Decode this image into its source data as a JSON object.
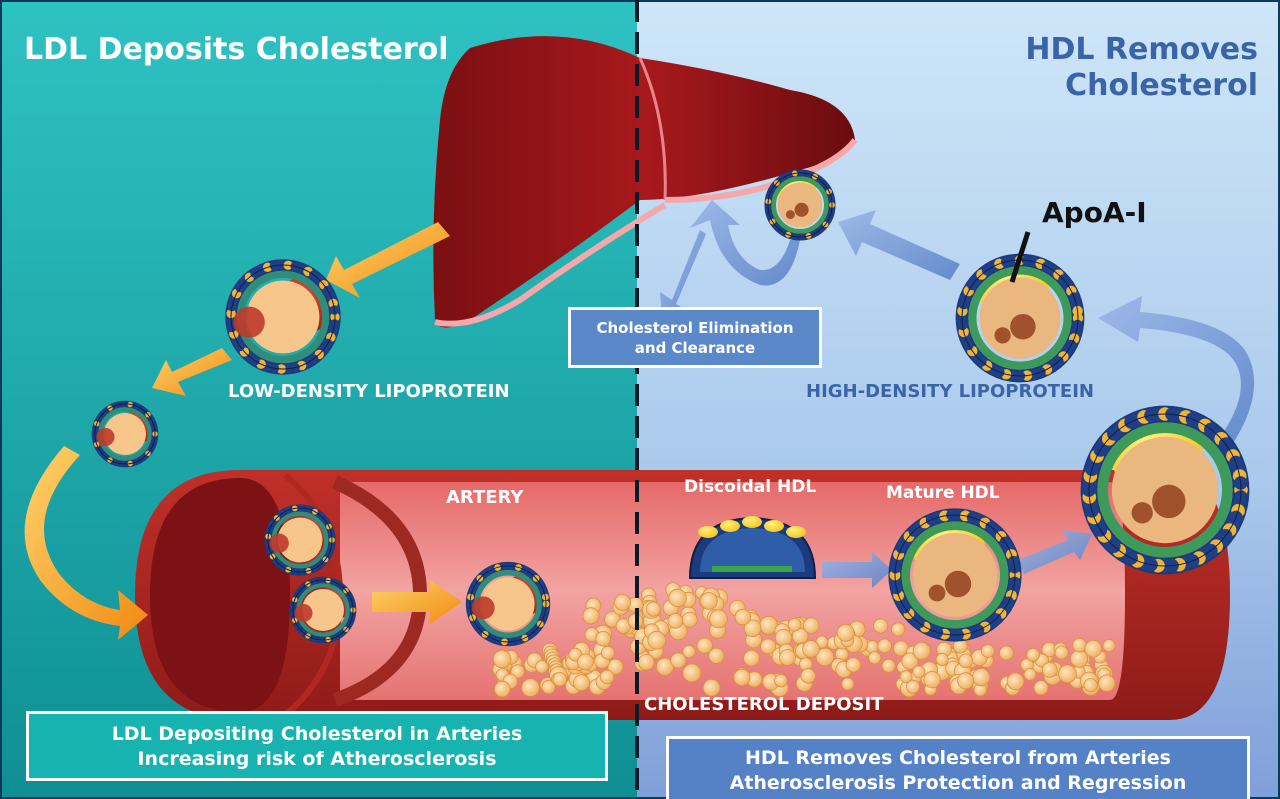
{
  "left_panel": {
    "title": "LDL Deposits Cholesterol",
    "lipoprotein_label": "LOW-DENSITY LIPOPROTEIN",
    "caption_line1": "LDL Depositing Cholesterol in Arteries",
    "caption_line2": "Increasing risk of Atherosclerosis"
  },
  "right_panel": {
    "title_line1": "HDL Removes",
    "title_line2": "Cholesterol",
    "apoa_label": "ApoA-I",
    "elimination_line1": "Cholesterol Elimination",
    "elimination_line2": "and Clearance",
    "lipoprotein_label": "HIGH-DENSITY LIPOPROTEIN",
    "caption_line1": "HDL Removes Cholesterol from Arteries",
    "caption_line2": "Atherosclerosis Protection and Regression"
  },
  "artery": {
    "artery_label": "ARTERY",
    "discoidal_label": "Discoidal HDL",
    "mature_label": "Mature HDL",
    "deposit_label": "CHOLESTEROL DEPOSIT"
  },
  "colors": {
    "left_bg": "#1aa6a8",
    "right_bg": "#bcd9f2",
    "liver": "#8a1418",
    "artery": "#c8322b",
    "ldl_arrow": "#f4a21e",
    "hdl_arrow": "#6a8fd0",
    "hdl_text": "#3a64a8"
  }
}
